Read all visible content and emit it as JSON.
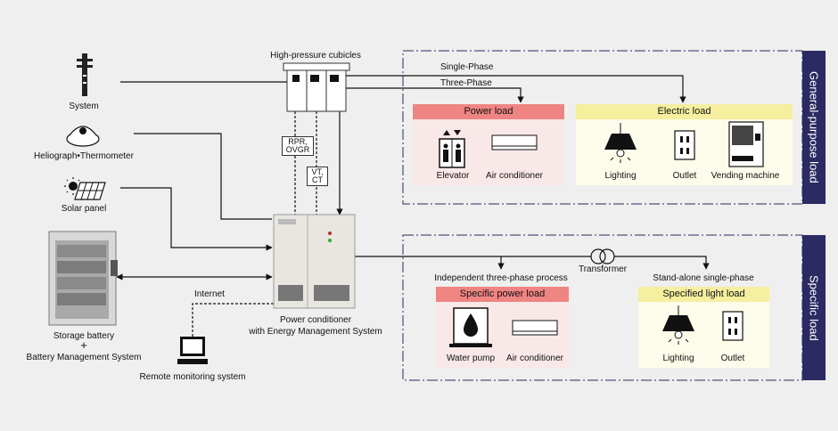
{
  "sources": {
    "system": "System",
    "heliograph": "Heliograph•Thermometer",
    "solar": "Solar panel",
    "battery_line1": "Storage battery",
    "battery_plus": "+",
    "battery_line2": "Battery Management System",
    "remote": "Remote monitoring system",
    "internet": "Internet"
  },
  "center": {
    "cubicles": "High-pressure cubicles",
    "rpr": "RPR,",
    "ovgr": "OVGR",
    "vt": "VT,",
    "ct": "CT",
    "pcs_line1": "Power conditioner",
    "pcs_line2": "with Energy Management System"
  },
  "general": {
    "side_label": "General-purpose load",
    "single_phase": "Single-Phase",
    "three_phase": "Three-Phase",
    "power_load": {
      "title": "Power load",
      "items": [
        "Elevator",
        "Air conditioner"
      ]
    },
    "electric_load": {
      "title": "Electric load",
      "items": [
        "Lighting",
        "Outlet",
        "Vending machine"
      ]
    }
  },
  "specific": {
    "side_label": "Specific load",
    "transformer": "Transformer",
    "three_phase_process": "Independent three-phase process",
    "single_phase": "Stand-alone single-phase",
    "power_load": {
      "title": "Specific power load",
      "items": [
        "Water pump",
        "Air conditioner"
      ]
    },
    "light_load": {
      "title": "Specified light load",
      "items": [
        "Lighting",
        "Outlet"
      ]
    }
  },
  "colors": {
    "background": "#efefef",
    "navy": "#2b2a62",
    "power_header": "#ee8583",
    "power_body": "#f9e8e8",
    "light_header": "#f5ef9f",
    "light_body": "#fdfbe9"
  }
}
